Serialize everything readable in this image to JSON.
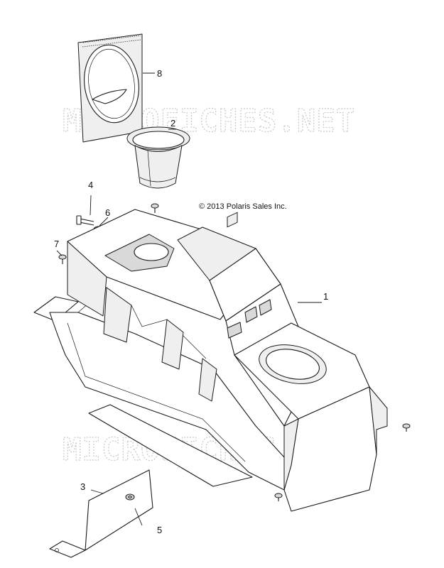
{
  "copyright": "© 2013 Polaris Sales Inc.",
  "watermark": "MICROFICHES.NET",
  "callouts": [
    "1",
    "2",
    "3",
    "4",
    "5",
    "6",
    "7",
    "8"
  ]
}
